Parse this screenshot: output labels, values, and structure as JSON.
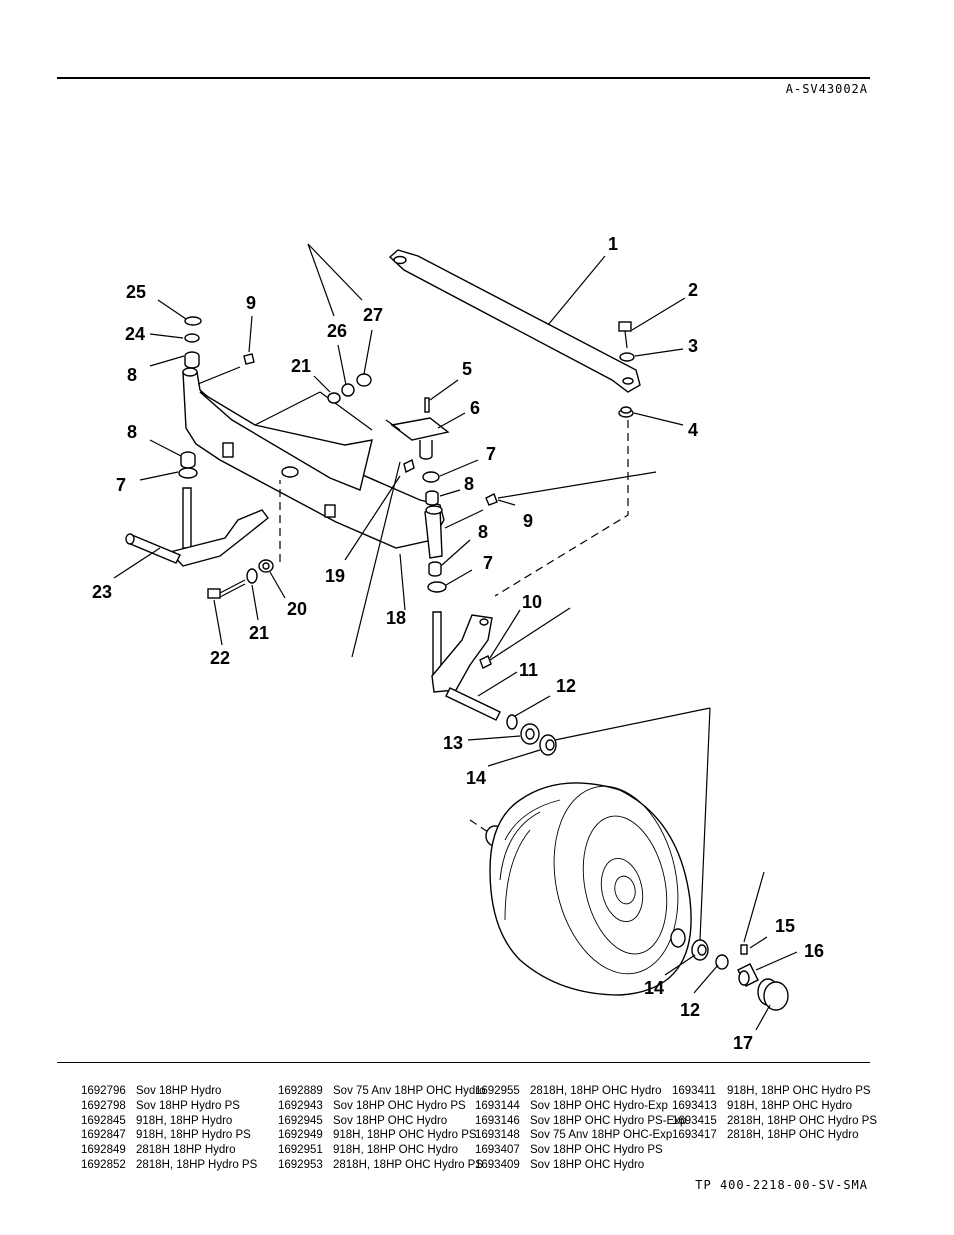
{
  "header": {
    "figure_code": "A-SV43002A"
  },
  "footer": {
    "doc_id": "TP 400-2218-00-SV-SMA"
  },
  "callouts": {
    "c1": "1",
    "c2": "2",
    "c3": "3",
    "c4": "4",
    "c5": "5",
    "c6": "6",
    "c7a": "7",
    "c7b": "7",
    "c7c": "7",
    "c8a": "8",
    "c8b": "8",
    "c8c": "8",
    "c8d": "8",
    "c9a": "9",
    "c9b": "9",
    "c10": "10",
    "c11": "11",
    "c12a": "12",
    "c12b": "12",
    "c13": "13",
    "c14a": "14",
    "c14b": "14",
    "c15": "15",
    "c16": "16",
    "c17": "17",
    "c18": "18",
    "c19": "19",
    "c20": "20",
    "c21a": "21",
    "c21b": "21",
    "c22": "22",
    "c23": "23",
    "c24": "24",
    "c25": "25",
    "c26": "26",
    "c27": "27"
  },
  "models": {
    "col1": [
      {
        "pn": "1692796",
        "desc": "Sov 18HP Hydro"
      },
      {
        "pn": "1692798",
        "desc": "Sov 18HP Hydro PS"
      },
      {
        "pn": "1692845",
        "desc": "918H, 18HP Hydro"
      },
      {
        "pn": "1692847",
        "desc": "918H, 18HP Hydro PS"
      },
      {
        "pn": "1692849",
        "desc": "2818H 18HP Hydro"
      },
      {
        "pn": "1692852",
        "desc": "2818H, 18HP Hydro PS"
      }
    ],
    "col2": [
      {
        "pn": "1692889",
        "desc": "Sov 75 Anv 18HP OHC Hydro"
      },
      {
        "pn": "1692943",
        "desc": "Sov 18HP OHC Hydro PS"
      },
      {
        "pn": "1692945",
        "desc": "Sov 18HP OHC Hydro"
      },
      {
        "pn": "1692949",
        "desc": "918H, 18HP OHC Hydro PS"
      },
      {
        "pn": "1692951",
        "desc": "918H, 18HP OHC Hydro"
      },
      {
        "pn": "1692953",
        "desc": "2818H, 18HP OHC Hydro PS"
      }
    ],
    "col3": [
      {
        "pn": "1692955",
        "desc": "2818H, 18HP OHC Hydro"
      },
      {
        "pn": "1693144",
        "desc": "Sov 18HP OHC Hydro-Exp"
      },
      {
        "pn": "1693146",
        "desc": "Sov 18HP OHC Hydro PS-Exp"
      },
      {
        "pn": "1693148",
        "desc": "Sov 75 Anv 18HP OHC-Exp"
      },
      {
        "pn": "1693407",
        "desc": "Sov 18HP OHC Hydro PS"
      },
      {
        "pn": "1693409",
        "desc": "Sov 18HP OHC Hydro"
      }
    ],
    "col4": [
      {
        "pn": "1693411",
        "desc": "918H, 18HP OHC Hydro PS"
      },
      {
        "pn": "1693413",
        "desc": "918H, 18HP OHC Hydro"
      },
      {
        "pn": "1693415",
        "desc": "2818H, 18HP OHC Hydro PS"
      },
      {
        "pn": "1693417",
        "desc": "2818H, 18HP OHC Hydro"
      }
    ]
  }
}
